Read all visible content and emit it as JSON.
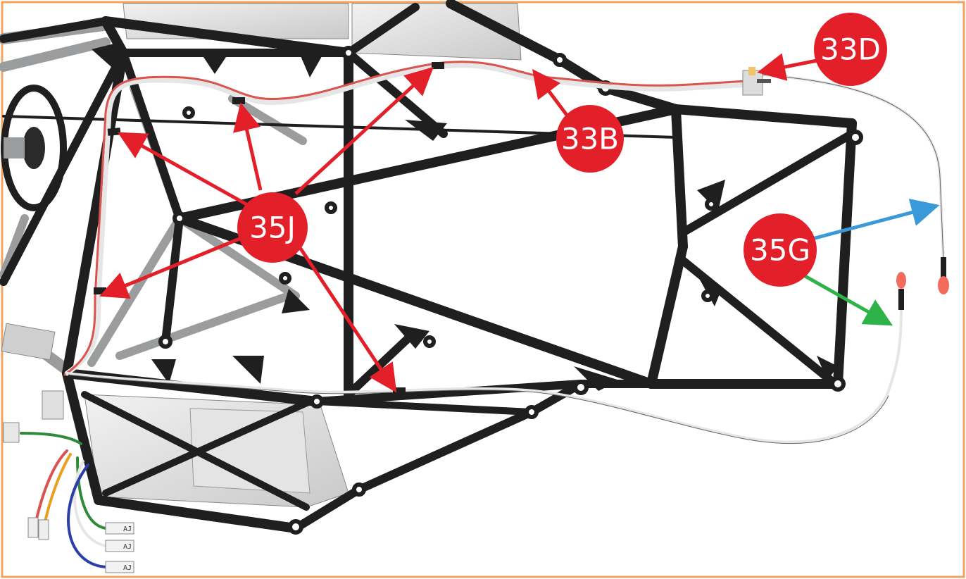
{
  "colors": {
    "border": "#f2a35e",
    "callout": "#e3202a",
    "arrow_red": "#e3202a",
    "arrow_blue": "#3a9ad9",
    "arrow_green": "#2db34a",
    "frame_tube": "#1f1f1f",
    "grey_tube": "#9a9c9e",
    "panel": "#dcdcdc",
    "wire_red": "#d9534f",
    "wire_white": "#e6e6e6",
    "wire_blue": "#2b3fa8",
    "wire_green": "#2e8b3a",
    "wire_yellow": "#e8a020",
    "led": "#f26b5b"
  },
  "callouts": {
    "c33d": "33D",
    "c33b": "33B",
    "c35j": "35J",
    "c35g": "35G"
  },
  "terminals": {
    "t1": "AJ",
    "t2": "AJ",
    "t3": "AJ"
  },
  "icons": {
    "steering_wheel": "steering-wheel-icon",
    "led_bulb": "led-bulb-icon",
    "switch": "switch-icon"
  }
}
